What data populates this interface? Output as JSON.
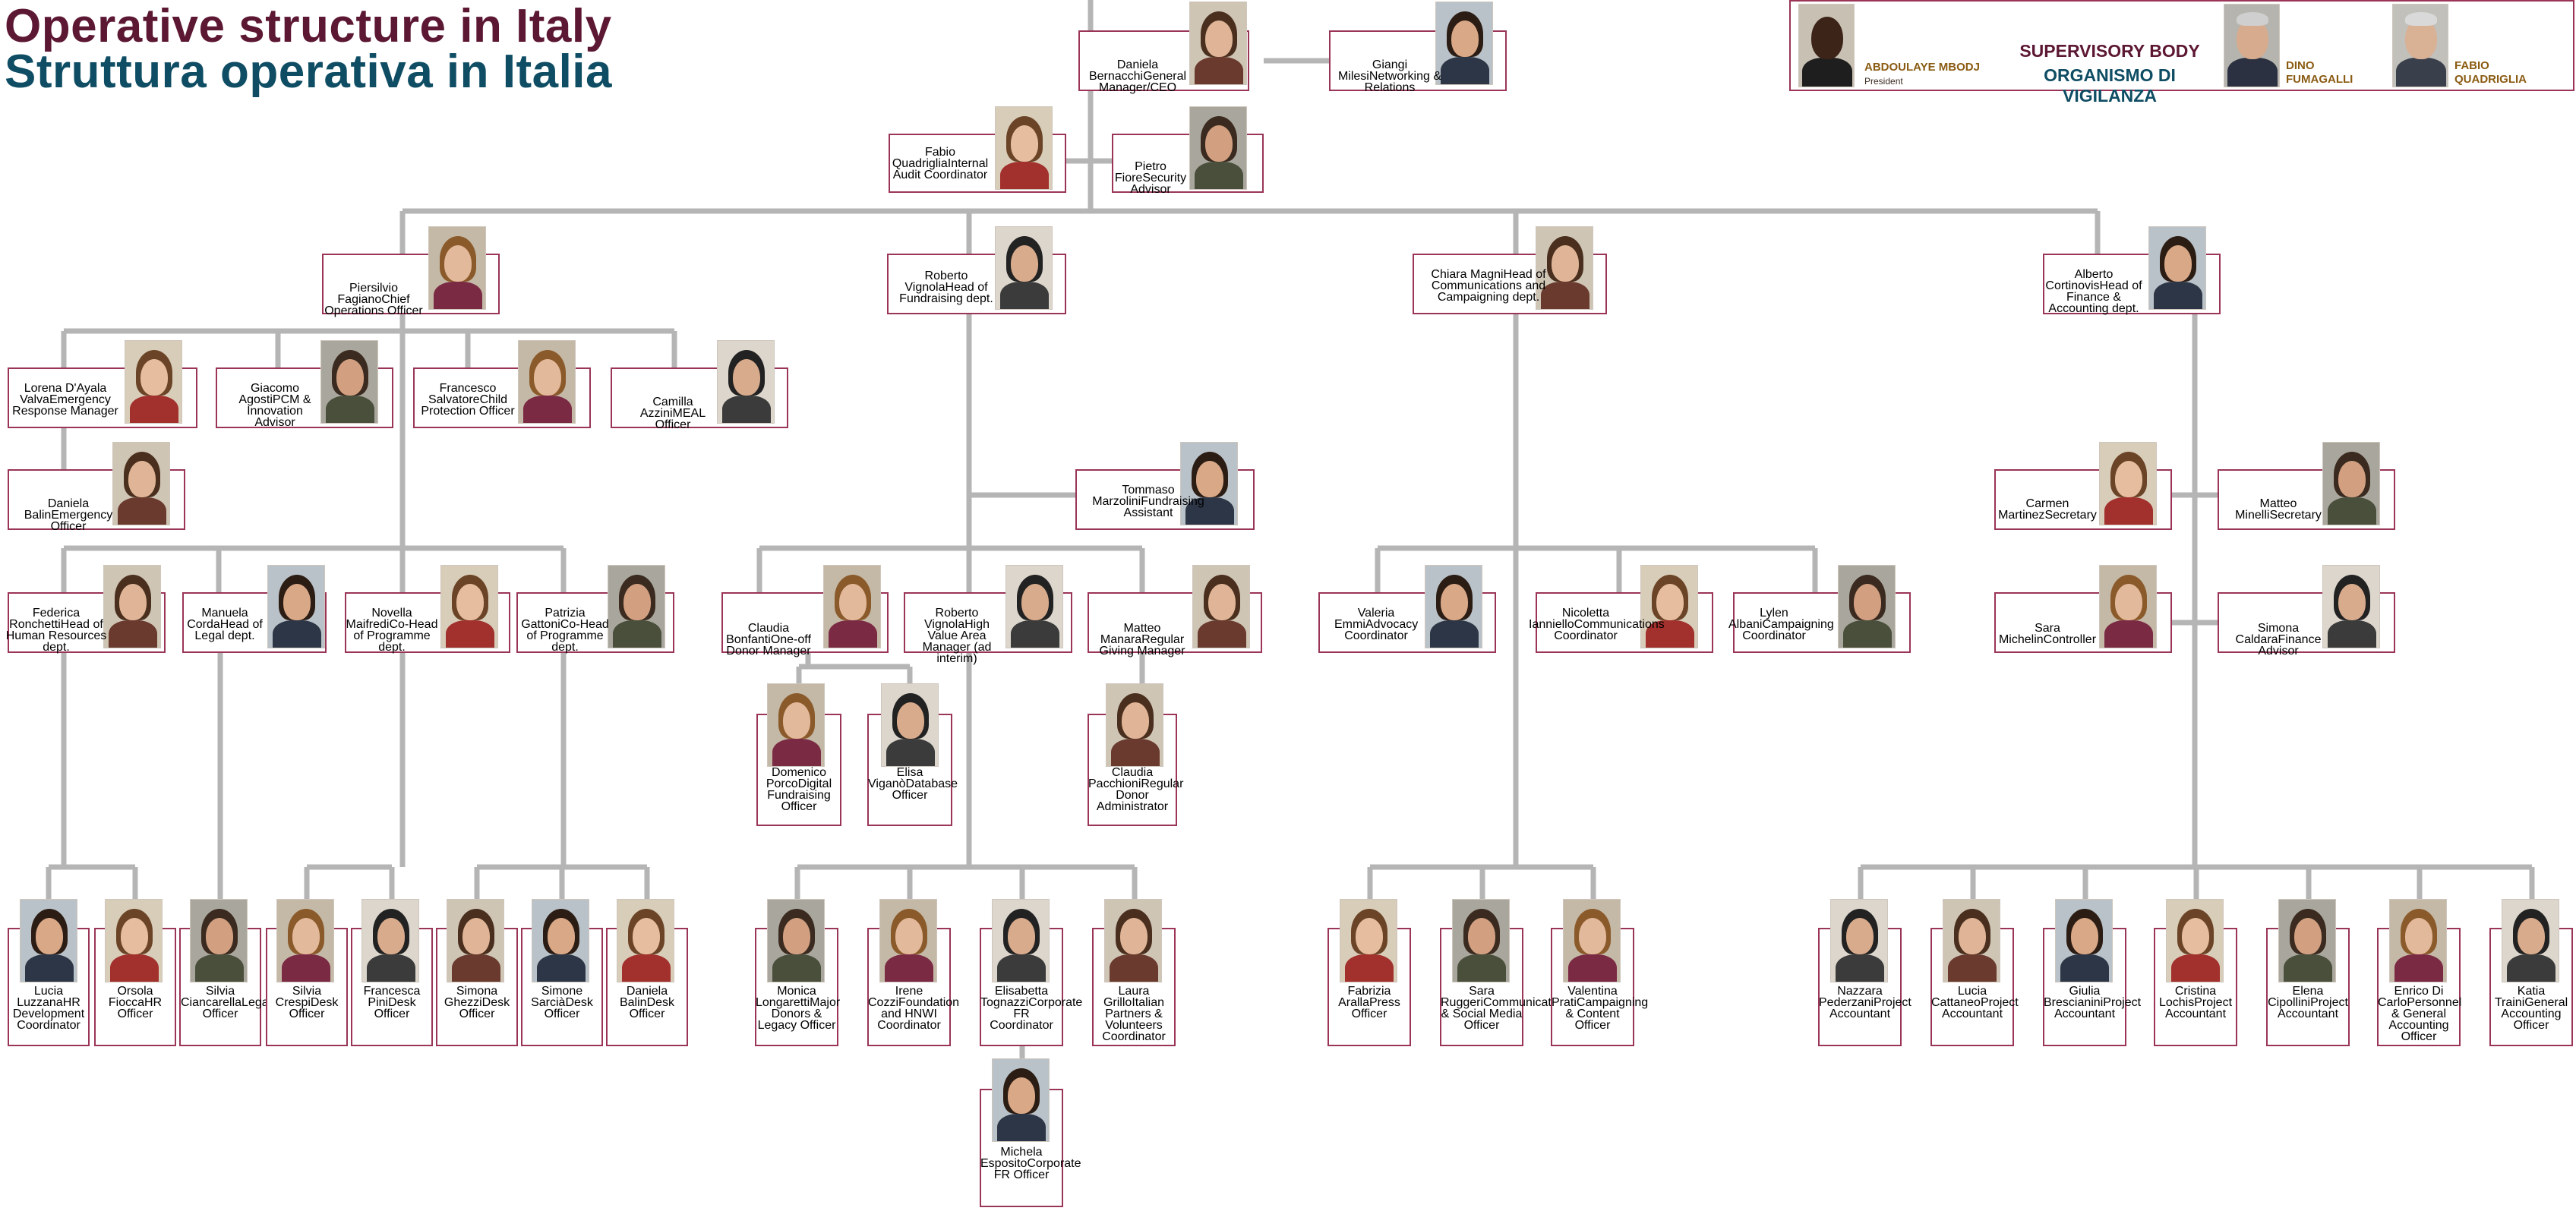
{
  "title": {
    "line1": "Operative structure in Italy",
    "line2": "Struttura operativa in Italia"
  },
  "supervisory": {
    "heading1": "SUPERVISORY BODY",
    "heading2": "ORGANISMO DI VIGILANZA",
    "members": [
      {
        "name": "ABDOULAYE MBODJ",
        "role": "President"
      },
      {
        "name": "DINO FUMAGALLI",
        "role": ""
      },
      {
        "name": "FABIO QUADRIGLIA",
        "role": ""
      }
    ]
  },
  "people": [
    {
      "id": "ceo",
      "name": "Daniela Bernacchi",
      "role": "General Manager/CEO"
    },
    {
      "id": "milesi",
      "name": "Giangi Milesi",
      "role": "Networking & Relations"
    },
    {
      "id": "quadriglia",
      "name": "Fabio Quadriglia",
      "role": "Internal Audit Coordinator"
    },
    {
      "id": "fiore",
      "name": "Pietro Fiore",
      "role": "Security Advisor"
    },
    {
      "id": "fagiano",
      "name": "Piersilvio Fagiano",
      "role": "Chief Operations Officer"
    },
    {
      "id": "vignola",
      "name": "Roberto Vignola",
      "role": "Head of Fundraising dept."
    },
    {
      "id": "magni",
      "name": "Chiara Magni",
      "role": "Head of Communications and Campaigning dept."
    },
    {
      "id": "cortinovis",
      "name": "Alberto Cortinovis",
      "role": "Head of Finance & Accounting dept."
    },
    {
      "id": "dayala",
      "name": "Lorena D'Ayala Valva",
      "role": "Emergency Response Manager"
    },
    {
      "id": "agosti",
      "name": "Giacomo Agosti",
      "role": "PCM & Innovation Advisor"
    },
    {
      "id": "salvatore",
      "name": "Francesco Salvatore",
      "role": "Child Protection Officer"
    },
    {
      "id": "azzini",
      "name": "Camilla Azzini",
      "role": "MEAL Officer"
    },
    {
      "id": "balin1",
      "name": "Daniela Balin",
      "role": "Emergency Officer"
    },
    {
      "id": "marzolini",
      "name": "Tommaso Marzolini",
      "role": "Fundraising Assistant"
    },
    {
      "id": "martinez",
      "name": "Carmen Martinez",
      "role": "Secretary"
    },
    {
      "id": "minelli",
      "name": "Matteo Minelli",
      "role": "Secretary"
    },
    {
      "id": "michelin",
      "name": "Sara Michelin",
      "role": "Controller"
    },
    {
      "id": "caldara",
      "name": "Simona Caldara",
      "role": "Finance Advisor"
    },
    {
      "id": "ronchetti",
      "name": "Federica Ronchetti",
      "role": "Head of Human Resources dept."
    },
    {
      "id": "corda",
      "name": "Manuela Corda",
      "role": "Head of Legal dept."
    },
    {
      "id": "maifredi",
      "name": "Novella Maifredi",
      "role": "Co-Head of Programme dept."
    },
    {
      "id": "gattoni",
      "name": "Patrizia Gattoni",
      "role": "Co-Head of Programme dept."
    },
    {
      "id": "bonfanti",
      "name": "Claudia Bonfanti",
      "role": "One-off Donor Manager"
    },
    {
      "id": "vignola2",
      "name": "Roberto Vignola",
      "role": "High Value Area Manager (ad interim)"
    },
    {
      "id": "manara",
      "name": "Matteo Manara",
      "role": "Regular Giving Manager"
    },
    {
      "id": "emmi",
      "name": "Valeria Emmi",
      "role": "Advocacy Coordinator"
    },
    {
      "id": "ianniello",
      "name": "Nicoletta Ianniello",
      "role": "Communications Coordinator"
    },
    {
      "id": "albani",
      "name": "Lylen Albani",
      "role": "Campaigning Coordinator"
    },
    {
      "id": "porco",
      "name": "Domenico Porco",
      "role": "Digital Fundraising Officer"
    },
    {
      "id": "vigano",
      "name": "Elisa Viganò",
      "role": "Database Officer"
    },
    {
      "id": "pacchioni",
      "name": "Claudia Pacchioni",
      "role": "Regular Donor Administrator"
    },
    {
      "id": "luzzana",
      "name": "Lucia Luzzana",
      "role": "HR Development Coordinator"
    },
    {
      "id": "fiocca",
      "name": "Orsola Fiocca",
      "role": "HR Officer"
    },
    {
      "id": "ciancarella",
      "name": "Silvia Ciancarella",
      "role": "Legal Officer"
    },
    {
      "id": "crespi",
      "name": "Silvia Crespi",
      "role": "Desk Officer"
    },
    {
      "id": "pini",
      "name": "Francesca Pini",
      "role": "Desk Officer"
    },
    {
      "id": "ghezzi",
      "name": "Simona Ghezzi",
      "role": "Desk Officer"
    },
    {
      "id": "sarcia",
      "name": "Simone Sarcià",
      "role": "Desk Officer"
    },
    {
      "id": "balin2",
      "name": "Daniela Balin",
      "role": "Desk Officer"
    },
    {
      "id": "longaretti",
      "name": "Monica Longaretti",
      "role": "Major Donors & Legacy Officer"
    },
    {
      "id": "cozzi",
      "name": "Irene Cozzi",
      "role": "Foundation and HNWI Coordinator"
    },
    {
      "id": "tognazzi",
      "name": "Elisabetta Tognazzi",
      "role": "Corporate FR Coordinator"
    },
    {
      "id": "grillo",
      "name": "Laura Grillo",
      "role": "Italian Partners & Volunteers Coordinator"
    },
    {
      "id": "esposito",
      "name": "Michela Esposito",
      "role": "Corporate FR Officer"
    },
    {
      "id": "aralla",
      "name": "Fabrizia Aralla",
      "role": "Press Officer"
    },
    {
      "id": "ruggeri",
      "name": "Sara Ruggeri",
      "role": "Communications & Social Media Officer"
    },
    {
      "id": "prati",
      "name": "Valentina Prati",
      "role": "Campaigning & Content Officer"
    },
    {
      "id": "pederzani",
      "name": "Nazzara Pederzani",
      "role": "Project Accountant"
    },
    {
      "id": "cattaneo",
      "name": "Lucia Cattaneo",
      "role": "Project Accountant"
    },
    {
      "id": "brescianini",
      "name": "Giulia Brescianini",
      "role": "Project Accountant"
    },
    {
      "id": "lochis",
      "name": "Cristina Lochis",
      "role": "Project Accountant"
    },
    {
      "id": "cipollini",
      "name": "Elena Cipollini",
      "role": "Project Accountant"
    },
    {
      "id": "dicarlo",
      "name": "Enrico Di Carlo",
      "role": "Personnel & General Accounting Officer"
    },
    {
      "id": "traini",
      "name": "Katia Traini",
      "role": "General Accounting Officer"
    }
  ]
}
